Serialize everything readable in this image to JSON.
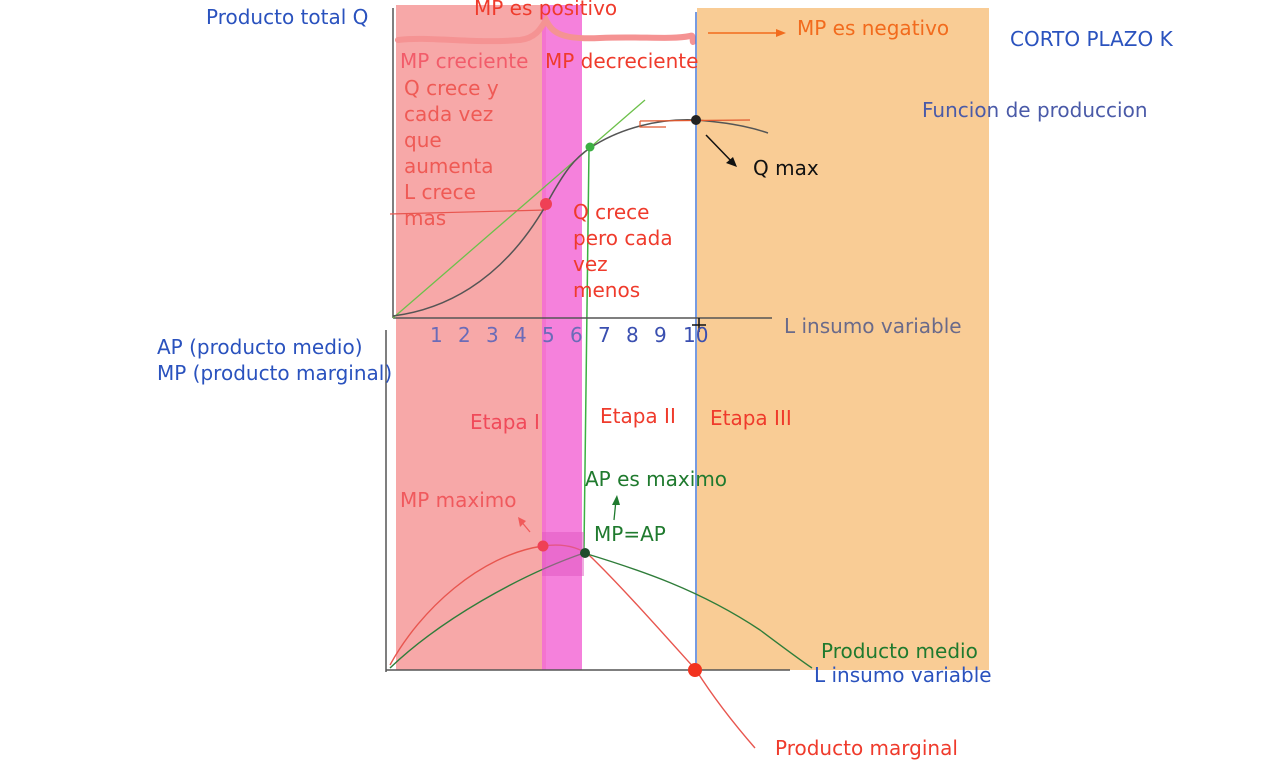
{
  "title_q": "Producto total Q",
  "title_ap": "AP (producto medio)",
  "title_mp": "MP (producto marginal)",
  "corto_plazo": "CORTO PLAZO K",
  "funcion": "Funcion de produccion",
  "mp_positivo": "MP es positivo",
  "mp_negativo": "MP es negativo",
  "mp_creciente": "MP creciente",
  "mp_decreciente": "MP decreciente",
  "q_crece_lines": [
    "Q crece y",
    "cada vez",
    "que",
    "aumenta",
    "L crece",
    "mas"
  ],
  "q_crece_pero_lines": [
    "Q crece",
    "pero cada",
    "vez",
    "menos"
  ],
  "q_max": "Q max",
  "l_insumo_top": "L insumo variable",
  "l_insumo_bottom": "L insumo variable",
  "ticks": [
    "1",
    "2",
    "3",
    "4",
    "5",
    "6",
    "7",
    "8",
    "9",
    "10"
  ],
  "etapa_1": "Etapa I",
  "etapa_2": "Etapa II",
  "etapa_3": "Etapa III",
  "ap_maximo": "AP es maximo",
  "mp_eq_ap": "MP=AP",
  "mp_maximo": "MP maximo",
  "producto_medio": "Producto medio",
  "producto_marginal": "Producto marginal",
  "colors": {
    "stage1": "#f7a3a3",
    "stage_pink": "#f36bd6",
    "stage3": "#f9c98f",
    "blue": "#2a52be",
    "red": "#ef3b2c",
    "green": "#1f7a2e"
  }
}
